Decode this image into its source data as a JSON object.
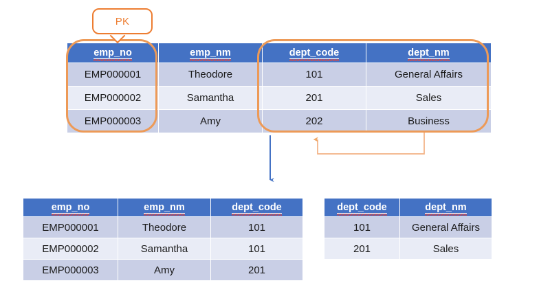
{
  "diagram": {
    "title": "Database normalization: splitting a table into employee and department tables",
    "accent_orange": "#ED9A57",
    "accent_blue": "#4472C4",
    "header_blue": "#4472C4",
    "row_shade_a": "#C9CFE6",
    "row_shade_b": "#E9ECF6"
  },
  "pk_callout": {
    "label": "PK",
    "icon": "callout-bubble"
  },
  "source_table": {
    "name": "employee-department-combined-table",
    "columns": [
      "emp_no",
      "emp_nm",
      "dept_code",
      "dept_nm"
    ],
    "rows": [
      [
        "EMP000001",
        "Theodore",
        "101",
        "General Affairs"
      ],
      [
        "EMP000002",
        "Samantha",
        "201",
        "Sales"
      ],
      [
        "EMP000003",
        "Amy",
        "202",
        "Business"
      ]
    ]
  },
  "employee_table": {
    "name": "employee-table",
    "columns": [
      "emp_no",
      "emp_nm",
      "dept_code"
    ],
    "rows": [
      [
        "EMP000001",
        "Theodore",
        "101"
      ],
      [
        "EMP000002",
        "Samantha",
        "101"
      ],
      [
        "EMP000003",
        "Amy",
        "201"
      ]
    ]
  },
  "department_table": {
    "name": "department-table",
    "columns": [
      "dept_code",
      "dept_nm"
    ],
    "rows": [
      [
        "101",
        "General Affairs"
      ],
      [
        "201",
        "Sales"
      ]
    ]
  },
  "connectors": {
    "decompose_arrow": {
      "icon": "arrow-down-icon",
      "color": "#4472C4"
    },
    "dependency_arrow": {
      "icon": "arrow-up-bracket-icon",
      "color": "#F3B183"
    }
  }
}
